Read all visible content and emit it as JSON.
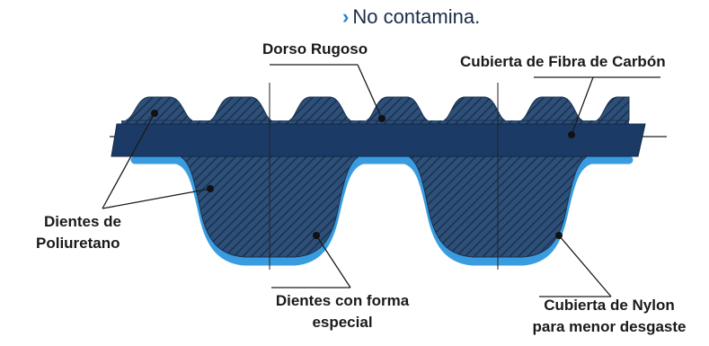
{
  "header": {
    "bullet_text": "No contamina."
  },
  "labels": {
    "dorso": "Dorso Rugoso",
    "cubierta_fibra": "Cubierta de Fibra de Carbón",
    "dientes_poli_1": "Dientes de",
    "dientes_poli_2": "Poliuretano",
    "dientes_forma_1": "Dientes con forma",
    "dientes_forma_2": "especial",
    "cubierta_nylon_1": "Cubierta de Nylon",
    "cubierta_nylon_2": "para menor desgaste"
  },
  "colors": {
    "belt_fill": "#2d4f78",
    "hatch_line": "#19314f",
    "cord_band": "#1b3b66",
    "nylon_cover": "#3a9ce0",
    "leader_line": "#1a1a1a",
    "bullet_chevron": "#1f7fd6"
  }
}
